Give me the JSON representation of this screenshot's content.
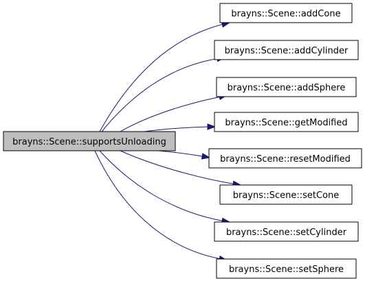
{
  "graph": {
    "caller": {
      "label": "brayns::Scene::supportsUnloading",
      "fill": "#bfbfbf"
    },
    "callees": [
      {
        "label": "brayns::Scene::addCone"
      },
      {
        "label": "brayns::Scene::addCylinder"
      },
      {
        "label": "brayns::Scene::addSphere"
      },
      {
        "label": "brayns::Scene::getModified"
      },
      {
        "label": "brayns::Scene::resetModified"
      },
      {
        "label": "brayns::Scene::setCone"
      },
      {
        "label": "brayns::Scene::setCylinder"
      },
      {
        "label": "brayns::Scene::setSphere"
      }
    ],
    "colors": {
      "edge": "#191970",
      "node_fill": "#ffffff",
      "node_border": "#000000"
    }
  }
}
